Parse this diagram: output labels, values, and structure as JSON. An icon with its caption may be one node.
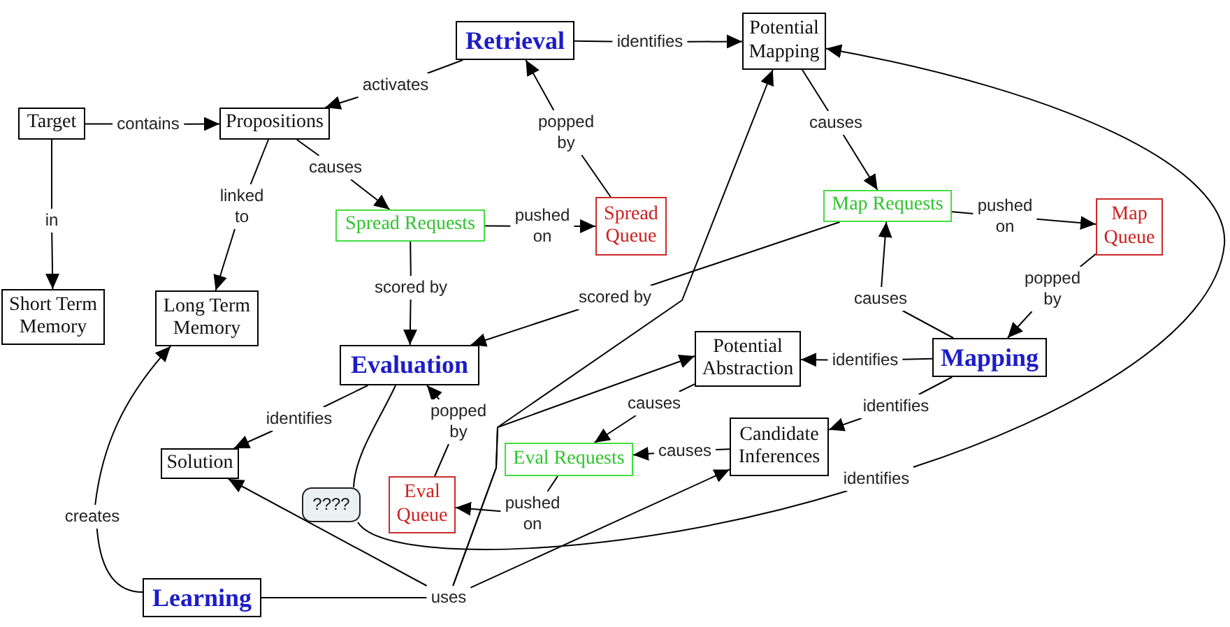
{
  "diagram": {
    "nodes": [
      {
        "text": [
          "Potential Mapping"
        ]
      },
      {
        "text": [
          "Retrieval"
        ]
      },
      {
        "text": [
          "identifies"
        ]
      },
      {
        "text": [
          "activates"
        ]
      },
      {
        "text": [
          "Target"
        ]
      },
      {
        "text": [
          "contains"
        ]
      },
      {
        "text": [
          "Propositions"
        ]
      },
      {
        "text": [
          "causes"
        ]
      },
      {
        "text": [
          "popped by"
        ]
      },
      {
        "text": [
          "causes"
        ]
      },
      {
        "text": [
          "Map Requests"
        ]
      },
      {
        "text": [
          "linked to"
        ]
      },
      {
        "text": [
          "in"
        ]
      },
      {
        "text": [
          "pushed on"
        ]
      },
      {
        "text": [
          "Map Queue"
        ]
      },
      {
        "text": [
          "Spread Queue"
        ]
      },
      {
        "text": [
          "Spread Requests"
        ]
      },
      {
        "text": [
          "pushed on"
        ]
      },
      {
        "text": [
          "scored by"
        ]
      },
      {
        "text": [
          "popped by"
        ]
      },
      {
        "text": [
          "scored by"
        ]
      },
      {
        "text": [
          "causes"
        ]
      },
      {
        "text": [
          "Short Term Memory"
        ]
      },
      {
        "text": [
          "Long Term Memory"
        ]
      },
      {
        "text": [
          "Evaluation"
        ]
      },
      {
        "text": [
          "Potential Abstraction"
        ]
      },
      {
        "text": [
          "identifies"
        ]
      },
      {
        "text": [
          "Mapping"
        ]
      },
      {
        "text": [
          "identifies"
        ]
      },
      {
        "text": [
          "causes"
        ]
      },
      {
        "text": [
          "identifies"
        ]
      },
      {
        "text": [
          "popped by"
        ]
      },
      {
        "text": [
          "Candidate Inferences"
        ]
      },
      {
        "text": [
          "Eval Requests"
        ]
      },
      {
        "text": [
          "causes"
        ]
      },
      {
        "text": [
          "Solution"
        ]
      },
      {
        "text": [
          "identifies"
        ]
      },
      {
        "text": [
          "????"
        ]
      },
      {
        "text": [
          "Eval Queue"
        ]
      },
      {
        "text": [
          "pushed on"
        ]
      },
      {
        "text": [
          "creates"
        ]
      },
      {
        "text": [
          "Learning"
        ]
      },
      {
        "text": [
          "uses"
        ]
      }
    ],
    "edges": [
      {
        "from": 4,
        "to": 5,
        "arrow": "none"
      },
      {
        "from": 5,
        "to": 6,
        "arrow": "to"
      },
      {
        "from": 4,
        "to": 12,
        "arrow": "none"
      },
      {
        "from": 12,
        "to": 22,
        "arrow": "to"
      },
      {
        "from": 1,
        "to": 3,
        "arrow": "none"
      },
      {
        "from": 3,
        "to": 6,
        "arrow": "to"
      },
      {
        "from": 1,
        "to": 2,
        "arrow": "none"
      },
      {
        "from": 2,
        "to": 0,
        "arrow": "to"
      },
      {
        "from": 6,
        "to": 11,
        "arrow": "none"
      },
      {
        "from": 11,
        "to": 23,
        "arrow": "to"
      },
      {
        "from": 6,
        "to": 9,
        "arrow": "none"
      },
      {
        "from": 9,
        "to": 16,
        "arrow": "to"
      },
      {
        "from": 16,
        "to": 17,
        "arrow": "none"
      },
      {
        "from": 17,
        "to": 15,
        "arrow": "to"
      },
      {
        "from": 15,
        "to": 8,
        "arrow": "none"
      },
      {
        "from": 8,
        "to": 1,
        "arrow": "to"
      },
      {
        "from": 16,
        "to": 18,
        "arrow": "none"
      },
      {
        "from": 18,
        "to": 24,
        "arrow": "to"
      },
      {
        "from": 0,
        "to": 7,
        "arrow": "none"
      },
      {
        "from": 7,
        "to": 10,
        "arrow": "to"
      },
      {
        "from": 10,
        "to": 13,
        "arrow": "none"
      },
      {
        "from": 13,
        "to": 14,
        "arrow": "to"
      },
      {
        "from": 14,
        "to": 19,
        "arrow": "none"
      },
      {
        "from": 19,
        "to": 27,
        "arrow": "to"
      },
      {
        "from": 10,
        "to": 20,
        "arrow": "none"
      },
      {
        "from": 20,
        "to": 24,
        "arrow": "to"
      },
      {
        "from": 27,
        "to": 21,
        "arrow": "none"
      },
      {
        "from": 21,
        "to": 10,
        "arrow": "to"
      },
      {
        "from": 27,
        "to": 26,
        "arrow": "none"
      },
      {
        "from": 26,
        "to": 25,
        "arrow": "to"
      },
      {
        "from": 27,
        "to": 28,
        "arrow": "none"
      },
      {
        "from": 28,
        "to": 32,
        "arrow": "to"
      },
      {
        "from": 25,
        "to": 29,
        "arrow": "none"
      },
      {
        "from": 29,
        "to": 33,
        "arrow": "to"
      },
      {
        "from": 32,
        "to": 34,
        "arrow": "none"
      },
      {
        "from": 34,
        "to": 33,
        "arrow": "to"
      },
      {
        "from": 33,
        "to": 39,
        "arrow": "none"
      },
      {
        "from": 39,
        "to": 38,
        "arrow": "to"
      },
      {
        "from": 38,
        "to": 31,
        "arrow": "none"
      },
      {
        "from": 31,
        "to": 24,
        "arrow": "to"
      },
      {
        "from": 24,
        "to": 30,
        "arrow": "none"
      },
      {
        "from": 30,
        "to": 35,
        "arrow": "to"
      },
      {
        "from": 24,
        "to": 37,
        "arrow": "none"
      },
      {
        "from": 37,
        "to": 36,
        "arrow": "none"
      },
      {
        "from": 36,
        "to": 0,
        "arrow": "to"
      },
      {
        "from": 41,
        "to": 40,
        "arrow": "none"
      },
      {
        "from": 40,
        "to": 23,
        "arrow": "to"
      },
      {
        "from": 41,
        "to": 42,
        "arrow": "none"
      },
      {
        "from": 42,
        "to": 35,
        "arrow": "to"
      },
      {
        "from": 42,
        "to": 0,
        "arrow": "to"
      },
      {
        "from": 42,
        "to": 25,
        "arrow": "to"
      },
      {
        "from": 42,
        "to": 32,
        "arrow": "to"
      }
    ]
  }
}
